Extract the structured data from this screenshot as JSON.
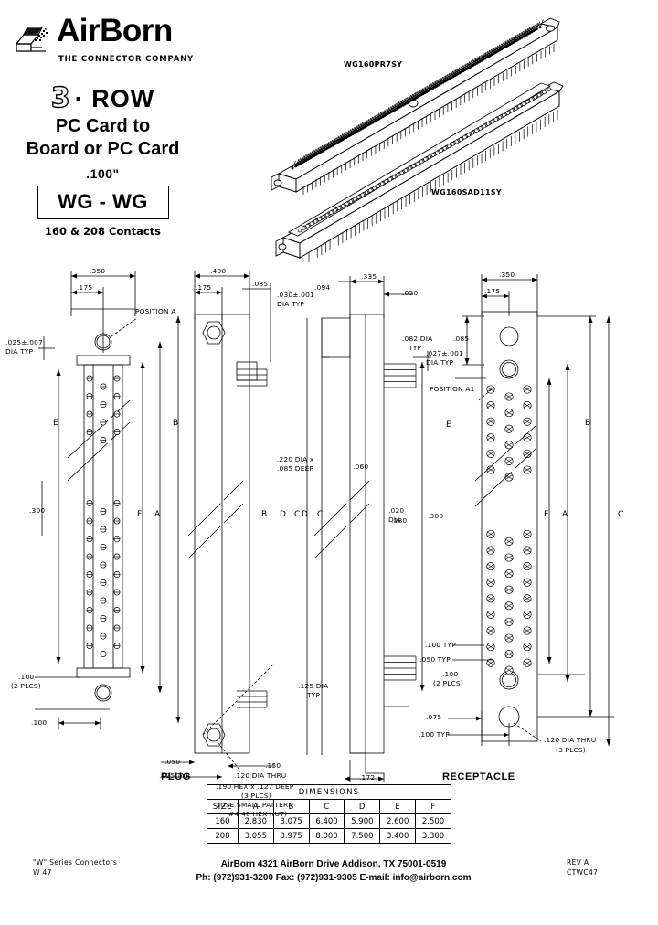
{
  "brand": {
    "name": "AirBorn",
    "tagline": "THE CONNECTOR COMPANY",
    "logo_icon": "airborn-logo-icon"
  },
  "title_block": {
    "row_count": "3",
    "row_word": "ROW",
    "separator_dot": "·",
    "line2": "PC Card to",
    "line3": "Board or PC Card",
    "pitch": ".100\"",
    "part_series": "WG - WG",
    "contacts": "160 & 208 Contacts"
  },
  "illustration": {
    "plug_part_number": "WG160PR7SY",
    "receptacle_part_number": "WG160SAD11SY"
  },
  "views": {
    "plug_caption": "PLUG",
    "receptacle_caption": "RECEPTACLE"
  },
  "plug_front_view": {
    "dim_top_width": ".350",
    "dim_top_offset": ".175",
    "position_note": "POSITION A",
    "pin_dia_note_line1": ".025±.007",
    "pin_dia_note_line2": "DIA TYP",
    "label_E": "E",
    "label_F": "F",
    "label_A": "A",
    "label_B": "B",
    "dim_left_spacing": ".300",
    "dim_bottom_pair_line1": ".100",
    "dim_bottom_pair_line2": "(2 PLCS)",
    "dim_bottom_pitch": ".100"
  },
  "plug_side_view": {
    "dim_body_width": ".400",
    "dim_offset": ".175",
    "dim_tail": ".085",
    "contact_dia_line1": ".030±.001",
    "contact_dia_line2": "DIA TYP",
    "counterbore_line1": ".220 DIA x",
    "counterbore_line2": ".085 DEEP",
    "label_B": "B",
    "label_C": "C",
    "label_D": "D",
    "dim_hole_thru": ".120 DIA THRU",
    "hex_note_line1": ".190 HEX x .127 DEEP",
    "hex_note_line2": "(3 PLCS)",
    "hex_note_line3": "(USE SMALL PATTERN",
    "hex_note_line4": "#4-40 HEX NUT)",
    "dim_150": ".150",
    "dim_050": ".050",
    "dim_125_typ": ".125 TYP"
  },
  "plug_board_view": {
    "dim_top_width": ".335",
    "dim_step": ".094",
    "dim_right": ".050",
    "solder_dia_line1": ".082 DIA",
    "solder_dia_line2": "TYP",
    "label_D": "D",
    "label_C": "C",
    "dim_180": ".180",
    "dim_172": ".172",
    "dim_060": ".060",
    "dim_125_dia_line1": ".125 DIA",
    "dim_125_dia_line2": "TYP",
    "dim_020_line1": ".020",
    "dim_020_line2": "DIA"
  },
  "receptacle_view": {
    "dim_top_width": ".350",
    "dim_top_offset": ".175",
    "dim_085": ".085",
    "socket_dia_line1": ".027±.001",
    "socket_dia_line2": "DIA TYP",
    "position_note": "POSITION A1",
    "label_E": "E",
    "label_F": "F",
    "label_A": "A",
    "label_B": "B",
    "label_C": "C",
    "dim_left_spacing": ".300",
    "dim_100_typ": ".100 TYP",
    "dim_050_typ": ".050 TYP",
    "dim_100_pair_line1": ".100",
    "dim_100_pair_line2": "(2 PLCS)",
    "dim_075": ".075",
    "dim_100_typ_b": ".100 TYP",
    "thru_note_line1": ".120 DIA THRU",
    "thru_note_line2": "(3 PLCS)"
  },
  "dimensions_table": {
    "caption": "DIMENSIONS",
    "columns": [
      "SIZE",
      "A",
      "B",
      "C",
      "D",
      "E",
      "F"
    ],
    "rows": [
      [
        "160",
        "2.830",
        "3.075",
        "6.400",
        "5.900",
        "2.600",
        "2.500"
      ],
      [
        "208",
        "3.055",
        "3.975",
        "8.000",
        "7.500",
        "3.400",
        "3.300"
      ]
    ]
  },
  "footer": {
    "left_line1": "\"W\" Series Connectors",
    "left_line2": "W  47",
    "company_line": "AirBorn   4321 AirBorn Drive   Addison, TX  75001-0519",
    "contact_line": "Ph: (972)931-3200 Fax: (972)931-9305 E-mail: info@airborn.com",
    "rev_line1": "REV A",
    "rev_line2": "CTWC47"
  },
  "colors": {
    "ink": "#000000",
    "paper": "#ffffff"
  }
}
